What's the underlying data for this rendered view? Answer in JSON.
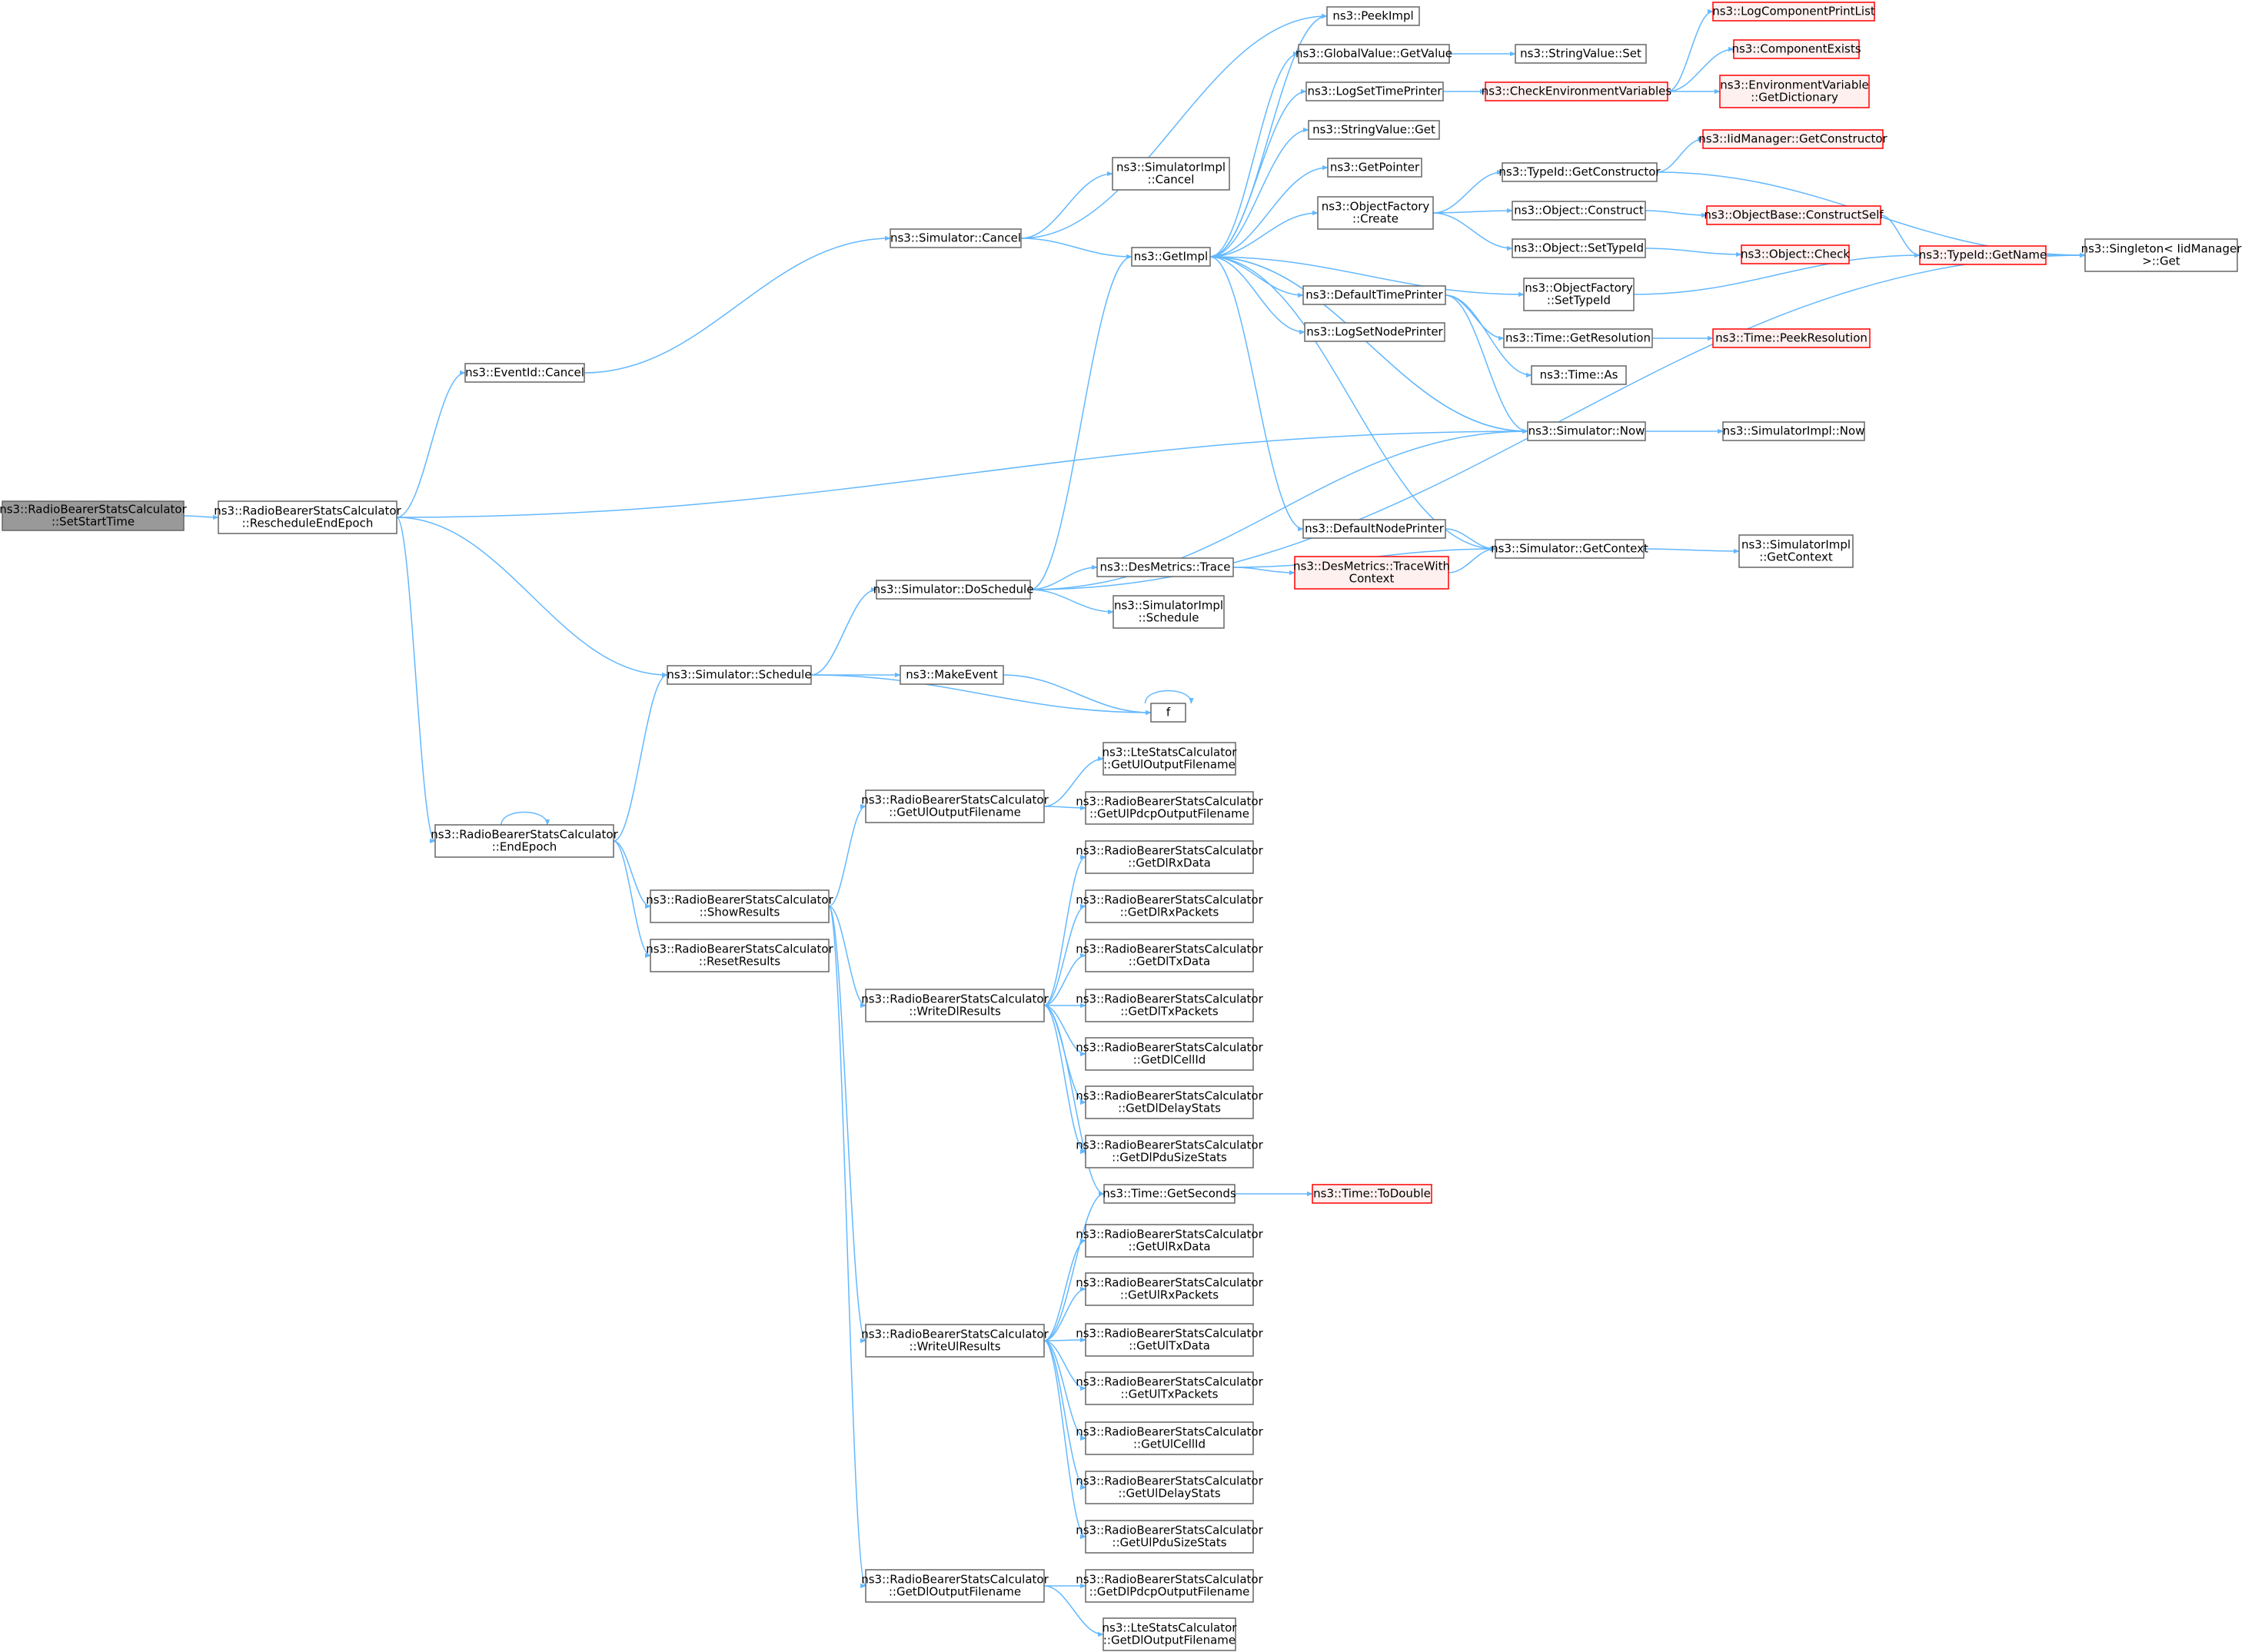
{
  "colors": {
    "edge": "#63b8ff",
    "box_border": "#666666",
    "box_fill": "#ffffff",
    "root_fill": "#999999",
    "truncated_border": "#ff0000",
    "truncated_fill": "#fff0f0"
  },
  "nodes": [
    {
      "id": "root",
      "lines": [
        "ns3::RadioBearerStatsCalculator",
        "::SetStartTime"
      ],
      "style": "root"
    },
    {
      "id": "reschedule",
      "lines": [
        "ns3::RadioBearerStatsCalculator",
        "::RescheduleEndEpoch"
      ],
      "style": "normal"
    },
    {
      "id": "eventcancel",
      "lines": [
        "ns3::EventId::Cancel"
      ],
      "style": "normal"
    },
    {
      "id": "simcancel",
      "lines": [
        "ns3::Simulator::Cancel"
      ],
      "style": "normal"
    },
    {
      "id": "simimplcancel",
      "lines": [
        "ns3::SimulatorImpl",
        "::Cancel"
      ],
      "style": "normal"
    },
    {
      "id": "getimpl",
      "lines": [
        "ns3::GetImpl"
      ],
      "style": "normal"
    },
    {
      "id": "peekimpl",
      "lines": [
        "ns3::PeekImpl"
      ],
      "style": "normal"
    },
    {
      "id": "gvgetvalue",
      "lines": [
        "ns3::GlobalValue::GetValue"
      ],
      "style": "normal"
    },
    {
      "id": "logsettime",
      "lines": [
        "ns3::LogSetTimePrinter"
      ],
      "style": "normal"
    },
    {
      "id": "strget",
      "lines": [
        "ns3::StringValue::Get"
      ],
      "style": "normal"
    },
    {
      "id": "getpointer",
      "lines": [
        "ns3::GetPointer"
      ],
      "style": "normal"
    },
    {
      "id": "ofcreate",
      "lines": [
        "ns3::ObjectFactory",
        "::Create"
      ],
      "style": "normal"
    },
    {
      "id": "defaulttime",
      "lines": [
        "ns3::DefaultTimePrinter"
      ],
      "style": "normal"
    },
    {
      "id": "logsetnode",
      "lines": [
        "ns3::LogSetNodePrinter"
      ],
      "style": "normal"
    },
    {
      "id": "defaultnode",
      "lines": [
        "ns3::DefaultNodePrinter"
      ],
      "style": "normal"
    },
    {
      "id": "strset",
      "lines": [
        "ns3::StringValue::Set"
      ],
      "style": "normal"
    },
    {
      "id": "checkenv",
      "lines": [
        "ns3::CheckEnvironmentVariables"
      ],
      "style": "truncated"
    },
    {
      "id": "logcomplist",
      "lines": [
        "ns3::LogComponentPrintList"
      ],
      "style": "truncated"
    },
    {
      "id": "compexists",
      "lines": [
        "ns3::ComponentExists"
      ],
      "style": "truncated"
    },
    {
      "id": "envdict",
      "lines": [
        "ns3::EnvironmentVariable",
        "::GetDictionary"
      ],
      "style": "truncated"
    },
    {
      "id": "tidgetctor",
      "lines": [
        "ns3::TypeId::GetConstructor"
      ],
      "style": "normal"
    },
    {
      "id": "iidgetctor",
      "lines": [
        "ns3::IidManager::GetConstructor"
      ],
      "style": "truncated"
    },
    {
      "id": "objconstruct",
      "lines": [
        "ns3::Object::Construct"
      ],
      "style": "normal"
    },
    {
      "id": "objbaseconstruct",
      "lines": [
        "ns3::ObjectBase::ConstructSelf"
      ],
      "style": "truncated"
    },
    {
      "id": "objsettypeid",
      "lines": [
        "ns3::Object::SetTypeId"
      ],
      "style": "normal"
    },
    {
      "id": "objcheck",
      "lines": [
        "ns3::Object::Check"
      ],
      "style": "truncated"
    },
    {
      "id": "tidgetname",
      "lines": [
        "ns3::TypeId::GetName"
      ],
      "style": "truncated"
    },
    {
      "id": "singleton",
      "lines": [
        "ns3::Singleton< IidManager",
        " >::Get"
      ],
      "style": "normal"
    },
    {
      "id": "ofsettypeid",
      "lines": [
        "ns3::ObjectFactory",
        "::SetTypeId"
      ],
      "style": "normal"
    },
    {
      "id": "timegetres",
      "lines": [
        "ns3::Time::GetResolution"
      ],
      "style": "normal"
    },
    {
      "id": "timepeekres",
      "lines": [
        "ns3::Time::PeekResolution"
      ],
      "style": "truncated"
    },
    {
      "id": "timeas",
      "lines": [
        "ns3::Time::As"
      ],
      "style": "normal"
    },
    {
      "id": "simnow",
      "lines": [
        "ns3::Simulator::Now"
      ],
      "style": "normal"
    },
    {
      "id": "simimplnow",
      "lines": [
        "ns3::SimulatorImpl::Now"
      ],
      "style": "normal"
    },
    {
      "id": "simgetctx",
      "lines": [
        "ns3::Simulator::GetContext"
      ],
      "style": "normal"
    },
    {
      "id": "simimplgetctx",
      "lines": [
        "ns3::SimulatorImpl",
        "::GetContext"
      ],
      "style": "normal"
    },
    {
      "id": "destrace",
      "lines": [
        "ns3::DesMetrics::Trace"
      ],
      "style": "normal"
    },
    {
      "id": "destracectx",
      "lines": [
        "ns3::DesMetrics::TraceWith",
        "Context"
      ],
      "style": "truncated"
    },
    {
      "id": "simdoschedule",
      "lines": [
        "ns3::Simulator::DoSchedule"
      ],
      "style": "normal"
    },
    {
      "id": "simimplschedule",
      "lines": [
        "ns3::SimulatorImpl",
        "::Schedule"
      ],
      "style": "normal"
    },
    {
      "id": "simschedule",
      "lines": [
        "ns3::Simulator::Schedule"
      ],
      "style": "normal"
    },
    {
      "id": "makeevent",
      "lines": [
        "ns3::MakeEvent"
      ],
      "style": "normal"
    },
    {
      "id": "f",
      "lines": [
        "f"
      ],
      "style": "normal"
    },
    {
      "id": "endepoch",
      "lines": [
        "ns3::RadioBearerStatsCalculator",
        "::EndEpoch"
      ],
      "style": "normal"
    },
    {
      "id": "showresults",
      "lines": [
        "ns3::RadioBearerStatsCalculator",
        "::ShowResults"
      ],
      "style": "normal"
    },
    {
      "id": "resetresults",
      "lines": [
        "ns3::RadioBearerStatsCalculator",
        "::ResetResults"
      ],
      "style": "normal"
    },
    {
      "id": "getuloutfn",
      "lines": [
        "ns3::RadioBearerStatsCalculator",
        "::GetUlOutputFilename"
      ],
      "style": "normal"
    },
    {
      "id": "ltegetuloutfn",
      "lines": [
        "ns3::LteStatsCalculator",
        "::GetUlOutputFilename"
      ],
      "style": "normal"
    },
    {
      "id": "getulpdcpfn",
      "lines": [
        "ns3::RadioBearerStatsCalculator",
        "::GetUlPdcpOutputFilename"
      ],
      "style": "normal"
    },
    {
      "id": "writedl",
      "lines": [
        "ns3::RadioBearerStatsCalculator",
        "::WriteDlResults"
      ],
      "style": "normal"
    },
    {
      "id": "getdlrxdata",
      "lines": [
        "ns3::RadioBearerStatsCalculator",
        "::GetDlRxData"
      ],
      "style": "normal"
    },
    {
      "id": "getdlrxpk",
      "lines": [
        "ns3::RadioBearerStatsCalculator",
        "::GetDlRxPackets"
      ],
      "style": "normal"
    },
    {
      "id": "getdltxdata",
      "lines": [
        "ns3::RadioBearerStatsCalculator",
        "::GetDlTxData"
      ],
      "style": "normal"
    },
    {
      "id": "getdltxpk",
      "lines": [
        "ns3::RadioBearerStatsCalculator",
        "::GetDlTxPackets"
      ],
      "style": "normal"
    },
    {
      "id": "getdlcell",
      "lines": [
        "ns3::RadioBearerStatsCalculator",
        "::GetDlCellId"
      ],
      "style": "normal"
    },
    {
      "id": "getdldelay",
      "lines": [
        "ns3::RadioBearerStatsCalculator",
        "::GetDlDelayStats"
      ],
      "style": "normal"
    },
    {
      "id": "getdlpdu",
      "lines": [
        "ns3::RadioBearerStatsCalculator",
        "::GetDlPduSizeStats"
      ],
      "style": "normal"
    },
    {
      "id": "timegetsec",
      "lines": [
        "ns3::Time::GetSeconds"
      ],
      "style": "normal"
    },
    {
      "id": "timetodouble",
      "lines": [
        "ns3::Time::ToDouble"
      ],
      "style": "truncated"
    },
    {
      "id": "writeul",
      "lines": [
        "ns3::RadioBearerStatsCalculator",
        "::WriteUlResults"
      ],
      "style": "normal"
    },
    {
      "id": "getulrxdata",
      "lines": [
        "ns3::RadioBearerStatsCalculator",
        "::GetUlRxData"
      ],
      "style": "normal"
    },
    {
      "id": "getulrxpk",
      "lines": [
        "ns3::RadioBearerStatsCalculator",
        "::GetUlRxPackets"
      ],
      "style": "normal"
    },
    {
      "id": "getultxdata",
      "lines": [
        "ns3::RadioBearerStatsCalculator",
        "::GetUlTxData"
      ],
      "style": "normal"
    },
    {
      "id": "getultxpk",
      "lines": [
        "ns3::RadioBearerStatsCalculator",
        "::GetUlTxPackets"
      ],
      "style": "normal"
    },
    {
      "id": "getulcell",
      "lines": [
        "ns3::RadioBearerStatsCalculator",
        "::GetUlCellId"
      ],
      "style": "normal"
    },
    {
      "id": "getuldelay",
      "lines": [
        "ns3::RadioBearerStatsCalculator",
        "::GetUlDelayStats"
      ],
      "style": "normal"
    },
    {
      "id": "getulpdu",
      "lines": [
        "ns3::RadioBearerStatsCalculator",
        "::GetUlPduSizeStats"
      ],
      "style": "normal"
    },
    {
      "id": "getdloutfn",
      "lines": [
        "ns3::RadioBearerStatsCalculator",
        "::GetDlOutputFilename"
      ],
      "style": "normal"
    },
    {
      "id": "getdlpdcpfn",
      "lines": [
        "ns3::RadioBearerStatsCalculator",
        "::GetDlPdcpOutputFilename"
      ],
      "style": "normal"
    },
    {
      "id": "ltegetdloutfn",
      "lines": [
        "ns3::LteStatsCalculator",
        "::GetDlOutputFilename"
      ],
      "style": "normal"
    }
  ],
  "edges": [
    [
      "root",
      "reschedule"
    ],
    [
      "reschedule",
      "eventcancel"
    ],
    [
      "reschedule",
      "simnow"
    ],
    [
      "reschedule",
      "simschedule"
    ],
    [
      "reschedule",
      "endepoch"
    ],
    [
      "eventcancel",
      "simcancel"
    ],
    [
      "simcancel",
      "simimplcancel"
    ],
    [
      "simcancel",
      "getimpl"
    ],
    [
      "simcancel",
      "peekimpl"
    ],
    [
      "getimpl",
      "peekimpl"
    ],
    [
      "getimpl",
      "gvgetvalue"
    ],
    [
      "getimpl",
      "logsettime"
    ],
    [
      "getimpl",
      "strget"
    ],
    [
      "getimpl",
      "getpointer"
    ],
    [
      "getimpl",
      "ofcreate"
    ],
    [
      "getimpl",
      "defaulttime"
    ],
    [
      "getimpl",
      "logsetnode"
    ],
    [
      "getimpl",
      "defaultnode"
    ],
    [
      "getimpl",
      "ofsettypeid"
    ],
    [
      "getimpl",
      "simnow"
    ],
    [
      "gvgetvalue",
      "strset"
    ],
    [
      "logsettime",
      "checkenv"
    ],
    [
      "checkenv",
      "logcomplist"
    ],
    [
      "checkenv",
      "compexists"
    ],
    [
      "checkenv",
      "envdict"
    ],
    [
      "ofcreate",
      "tidgetctor"
    ],
    [
      "ofcreate",
      "objconstruct"
    ],
    [
      "ofcreate",
      "objsettypeid"
    ],
    [
      "tidgetctor",
      "iidgetctor"
    ],
    [
      "tidgetctor",
      "singleton"
    ],
    [
      "objconstruct",
      "objbaseconstruct"
    ],
    [
      "objbaseconstruct",
      "tidgetname"
    ],
    [
      "objsettypeid",
      "objcheck"
    ],
    [
      "tidgetname",
      "singleton"
    ],
    [
      "ofsettypeid",
      "tidgetname"
    ],
    [
      "defaulttime",
      "timegetres"
    ],
    [
      "defaulttime",
      "timeas"
    ],
    [
      "defaulttime",
      "simnow"
    ],
    [
      "timegetres",
      "timepeekres"
    ],
    [
      "simnow",
      "simimplnow"
    ],
    [
      "simnow",
      "getimpl"
    ],
    [
      "defaultnode",
      "simgetctx"
    ],
    [
      "simgetctx",
      "simimplgetctx"
    ],
    [
      "simgetctx",
      "getimpl"
    ],
    [
      "simdoschedule",
      "getimpl"
    ],
    [
      "simdoschedule",
      "simnow"
    ],
    [
      "simdoschedule",
      "destrace"
    ],
    [
      "simdoschedule",
      "simimplschedule"
    ],
    [
      "simdoschedule",
      "singleton"
    ],
    [
      "destrace",
      "destracectx"
    ],
    [
      "destrace",
      "simgetctx"
    ],
    [
      "destracectx",
      "simgetctx"
    ],
    [
      "simschedule",
      "simdoschedule"
    ],
    [
      "simschedule",
      "makeevent"
    ],
    [
      "simschedule",
      "f"
    ],
    [
      "makeevent",
      "f"
    ],
    [
      "f",
      "f"
    ],
    [
      "endepoch",
      "simschedule"
    ],
    [
      "endepoch",
      "endepoch"
    ],
    [
      "endepoch",
      "showresults"
    ],
    [
      "endepoch",
      "resetresults"
    ],
    [
      "showresults",
      "getuloutfn"
    ],
    [
      "showresults",
      "writedl"
    ],
    [
      "showresults",
      "writeul"
    ],
    [
      "showresults",
      "getdloutfn"
    ],
    [
      "getuloutfn",
      "ltegetuloutfn"
    ],
    [
      "getuloutfn",
      "getulpdcpfn"
    ],
    [
      "writedl",
      "getdlrxdata"
    ],
    [
      "writedl",
      "getdlrxpk"
    ],
    [
      "writedl",
      "getdltxdata"
    ],
    [
      "writedl",
      "getdltxpk"
    ],
    [
      "writedl",
      "getdlcell"
    ],
    [
      "writedl",
      "getdldelay"
    ],
    [
      "writedl",
      "getdlpdu"
    ],
    [
      "writedl",
      "timegetsec"
    ],
    [
      "timegetsec",
      "timetodouble"
    ],
    [
      "writeul",
      "timegetsec"
    ],
    [
      "writeul",
      "getulrxdata"
    ],
    [
      "writeul",
      "getulrxpk"
    ],
    [
      "writeul",
      "getultxdata"
    ],
    [
      "writeul",
      "getultxpk"
    ],
    [
      "writeul",
      "getulcell"
    ],
    [
      "writeul",
      "getuldelay"
    ],
    [
      "writeul",
      "getulpdu"
    ],
    [
      "getdloutfn",
      "getdlpdcpfn"
    ],
    [
      "getdloutfn",
      "ltegetdloutfn"
    ]
  ]
}
